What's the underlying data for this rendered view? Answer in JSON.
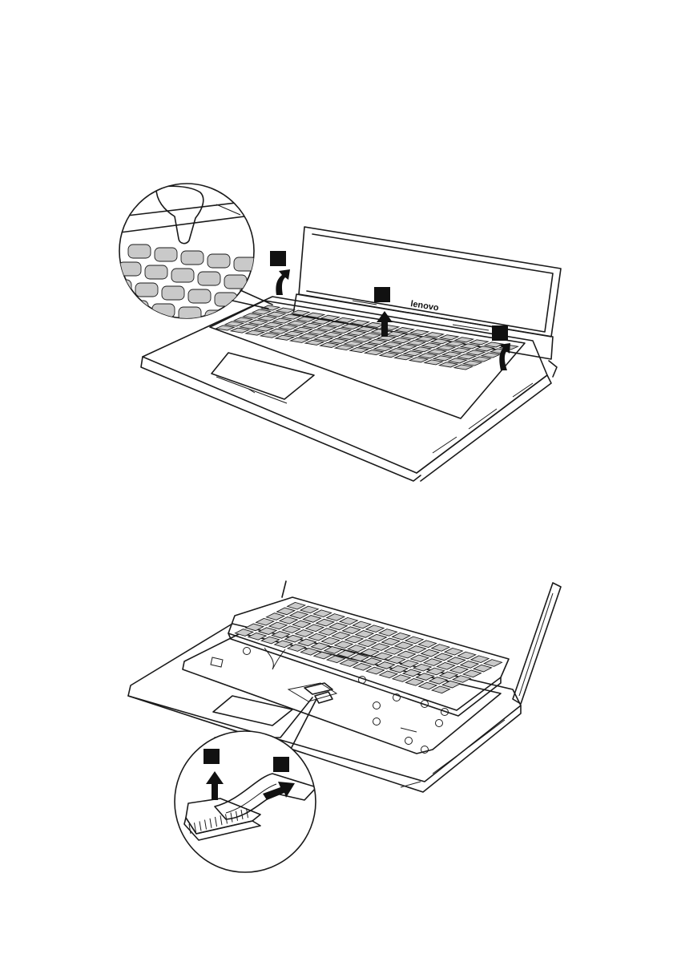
{
  "figures": [
    {
      "id": "fig-remove-keyboard",
      "brand_logo_text": "lenovo",
      "callout_markers": 3,
      "arrow_icons": [
        "curved-up-arrow-icon",
        "up-arrow-icon",
        "curved-up-arrow-icon"
      ]
    },
    {
      "id": "fig-disconnect-cable",
      "callout_markers": 2,
      "arrow_icons": [
        "up-arrow-icon",
        "diagonal-arrow-icon"
      ]
    }
  ],
  "colors": {
    "line": "#1a1a1a",
    "key_fill": "#c9c9c9",
    "callout_fill": "#111111",
    "background": "#ffffff"
  }
}
